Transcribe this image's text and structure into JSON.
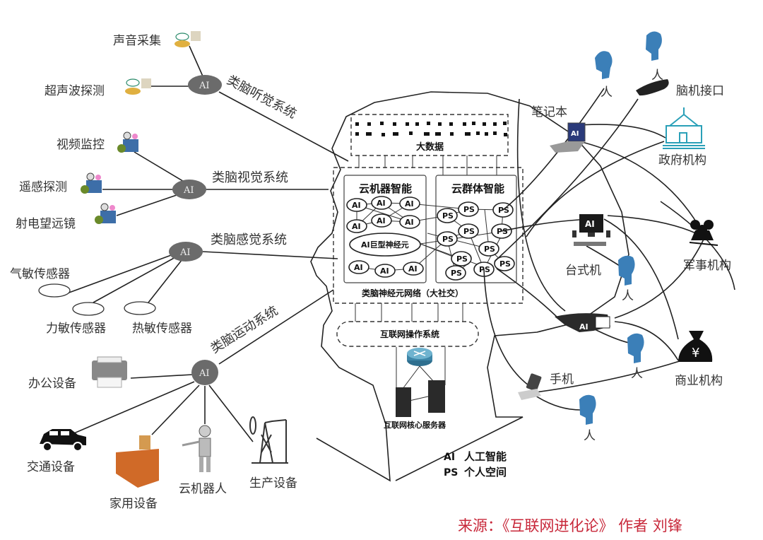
{
  "hubs": {
    "label": "AI"
  },
  "systems": {
    "auditory": "类脑听觉系统",
    "visual": "类脑视觉系统",
    "sensory": "类脑感觉系统",
    "motor": "类脑运动系统"
  },
  "auditory_devices": [
    "声音采集",
    "超声波探测"
  ],
  "visual_devices": [
    "视频监控",
    "遥感探测",
    "射电望远镜"
  ],
  "sensors": [
    "气敏传感器",
    "力敏传感器",
    "热敏传感器"
  ],
  "motor_devices": [
    "办公设备",
    "交通设备",
    "家用设备",
    "云机器人",
    "生产设备"
  ],
  "brain": {
    "big_data": "大数据",
    "cloud_machine": "云机器智能",
    "cloud_swarm": "云群体智能",
    "giant_neuron": "AI巨型神经元",
    "network_label": "类脑神经元网络（大社交）",
    "os": "互联网操作系统",
    "core_servers": "互联网核心服务器",
    "ai_node": "AI",
    "ps_node": "PS"
  },
  "right_side": {
    "person": "人",
    "laptop": "笔记本",
    "bci": "脑机接口",
    "government": "政府机构",
    "desktop": "台式机",
    "military": "军事机构",
    "business": "商业机构",
    "phone": "手机",
    "screen_ai": "AI"
  },
  "legend": [
    {
      "abbr": "AI",
      "text": "人工智能"
    },
    {
      "abbr": "PS",
      "text": "个人空间"
    }
  ],
  "source": {
    "text": "来源：《互联网进化论》 作者 刘锋",
    "color": "#c8283a"
  }
}
